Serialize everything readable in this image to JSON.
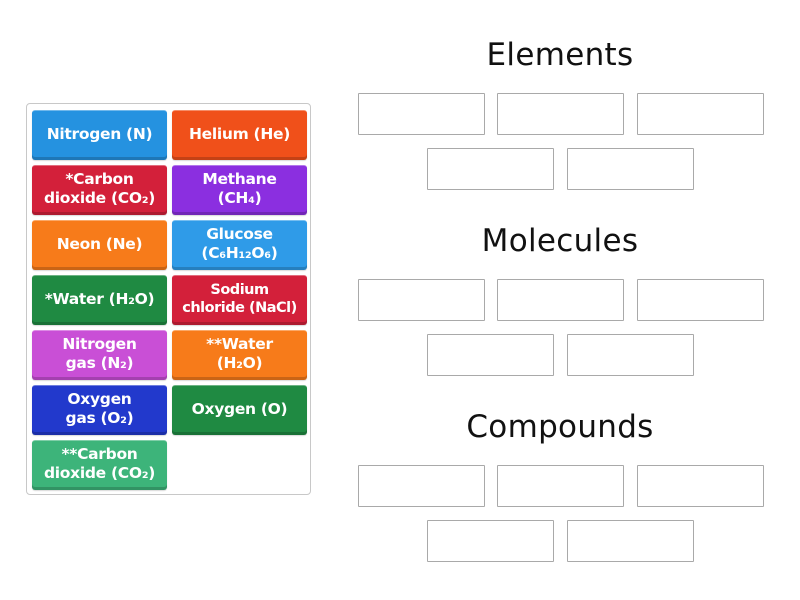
{
  "tiles": [
    {
      "label": "Nitrogen (N)",
      "color": "#2592e0"
    },
    {
      "label": "Helium (He)",
      "color": "#f0501a"
    },
    {
      "label": "*Carbon\ndioxide (CO₂)",
      "color": "#d3203a"
    },
    {
      "label": "Methane\n(CH₄)",
      "color": "#8b2fe0"
    },
    {
      "label": "Neon (Ne)",
      "color": "#f77b1a"
    },
    {
      "label": "Glucose\n(C₆H₁₂O₆)",
      "color": "#2f9be8"
    },
    {
      "label": "*Water (H₂O)",
      "color": "#1f8a42"
    },
    {
      "label": "Sodium\nchloride (NaCl)",
      "color": "#d3203a"
    },
    {
      "label": "Nitrogen\ngas (N₂)",
      "color": "#c94fd6"
    },
    {
      "label": "**Water\n(H₂O)",
      "color": "#f77b1a"
    },
    {
      "label": "Oxygen\ngas (O₂)",
      "color": "#2239cc"
    },
    {
      "label": "Oxygen (O)",
      "color": "#1f8a42"
    },
    {
      "label": "**Carbon\ndioxide (CO₂)",
      "color": "#3db47a"
    }
  ],
  "groups": [
    {
      "title": "Elements",
      "slots": 5
    },
    {
      "title": "Molecules",
      "slots": 5
    },
    {
      "title": "Compounds",
      "slots": 5
    }
  ]
}
